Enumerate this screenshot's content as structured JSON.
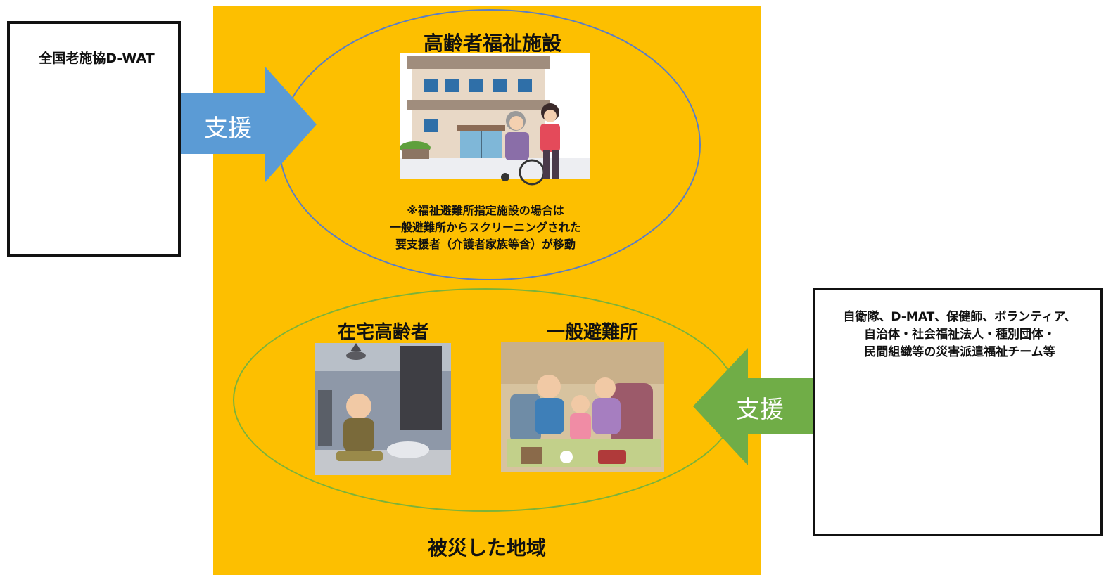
{
  "region": {
    "label": "被災した地域"
  },
  "facility": {
    "title": "高齢者福祉施設",
    "note_lines": [
      "※福祉避難所指定施設の場合は",
      "一般避難所からスクリーニングされた",
      "要支援者（介護者家族等含）が移動"
    ]
  },
  "home_elderly": {
    "title": "在宅高齢者"
  },
  "shelter": {
    "title": "一般避難所"
  },
  "dwat": {
    "title": "全国老施協D-WAT"
  },
  "teams": {
    "title_lines": [
      "自衛隊、D-MAT、保健師、ボランティア、",
      "自治体・社会福祉法人・種別団体・",
      "民間組織等の災害派遣福祉チーム等"
    ]
  },
  "arrows": {
    "left_label": "支援",
    "right_label": "支援"
  },
  "colors": {
    "region": "#FDBF00",
    "arrow_left": "#5B9BD5",
    "arrow_right": "#70AD47",
    "ellipse_top": "#5A7EC6",
    "ellipse_bottom": "#7BB33A"
  },
  "icons": [
    "building-icon",
    "wheelchair-caregiver-icon",
    "elderly-man-icon",
    "family-shelter-icon",
    "worker-icon",
    "soldier-icon",
    "official-icon",
    "nurse-icon"
  ]
}
